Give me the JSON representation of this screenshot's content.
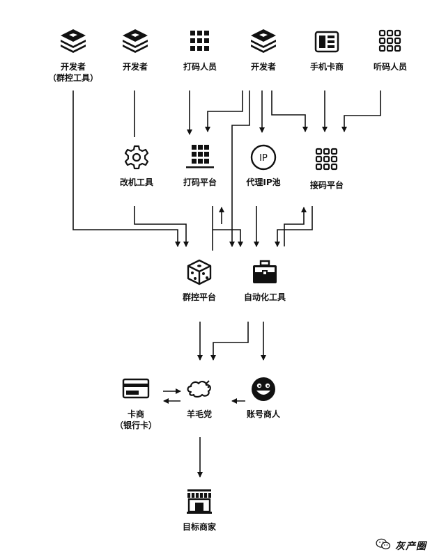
{
  "nodes": {
    "dev_group": {
      "label": "开发者",
      "sub": "（群控工具）",
      "icon": "stack-icon"
    },
    "dev2": {
      "label": "开发者",
      "icon": "stack-icon"
    },
    "typist": {
      "label": "打码人员",
      "icon": "grid-icon"
    },
    "dev3": {
      "label": "开发者",
      "icon": "stack-icon"
    },
    "sim_vendor": {
      "label": "手机卡商",
      "icon": "sim-card-icon"
    },
    "listener": {
      "label": "听码人员",
      "icon": "grid-outline-icon"
    },
    "device_tool": {
      "label": "改机工具",
      "icon": "gear-icon"
    },
    "captcha_platform": {
      "label": "打码平台",
      "icon": "grid-icon"
    },
    "ip_pool": {
      "label": "代理IP池",
      "icon": "ip-icon"
    },
    "sms_platform": {
      "label": "接码平台",
      "icon": "grid-outline-icon"
    },
    "group_control": {
      "label": "群控平台",
      "icon": "dice-icon"
    },
    "auto_tool": {
      "label": "自动化工具",
      "icon": "briefcase-icon"
    },
    "card_vendor": {
      "label": "卡商",
      "sub": "（银行卡）",
      "icon": "credit-card-icon"
    },
    "wool_party": {
      "label": "羊毛党",
      "icon": "sheep-icon"
    },
    "account_vendor": {
      "label": "账号商人",
      "icon": "smiley-icon"
    },
    "merchant": {
      "label": "目标商家",
      "icon": "storefront-icon"
    }
  },
  "watermark": {
    "text": "灰产圈",
    "icon": "wechat-icon"
  }
}
